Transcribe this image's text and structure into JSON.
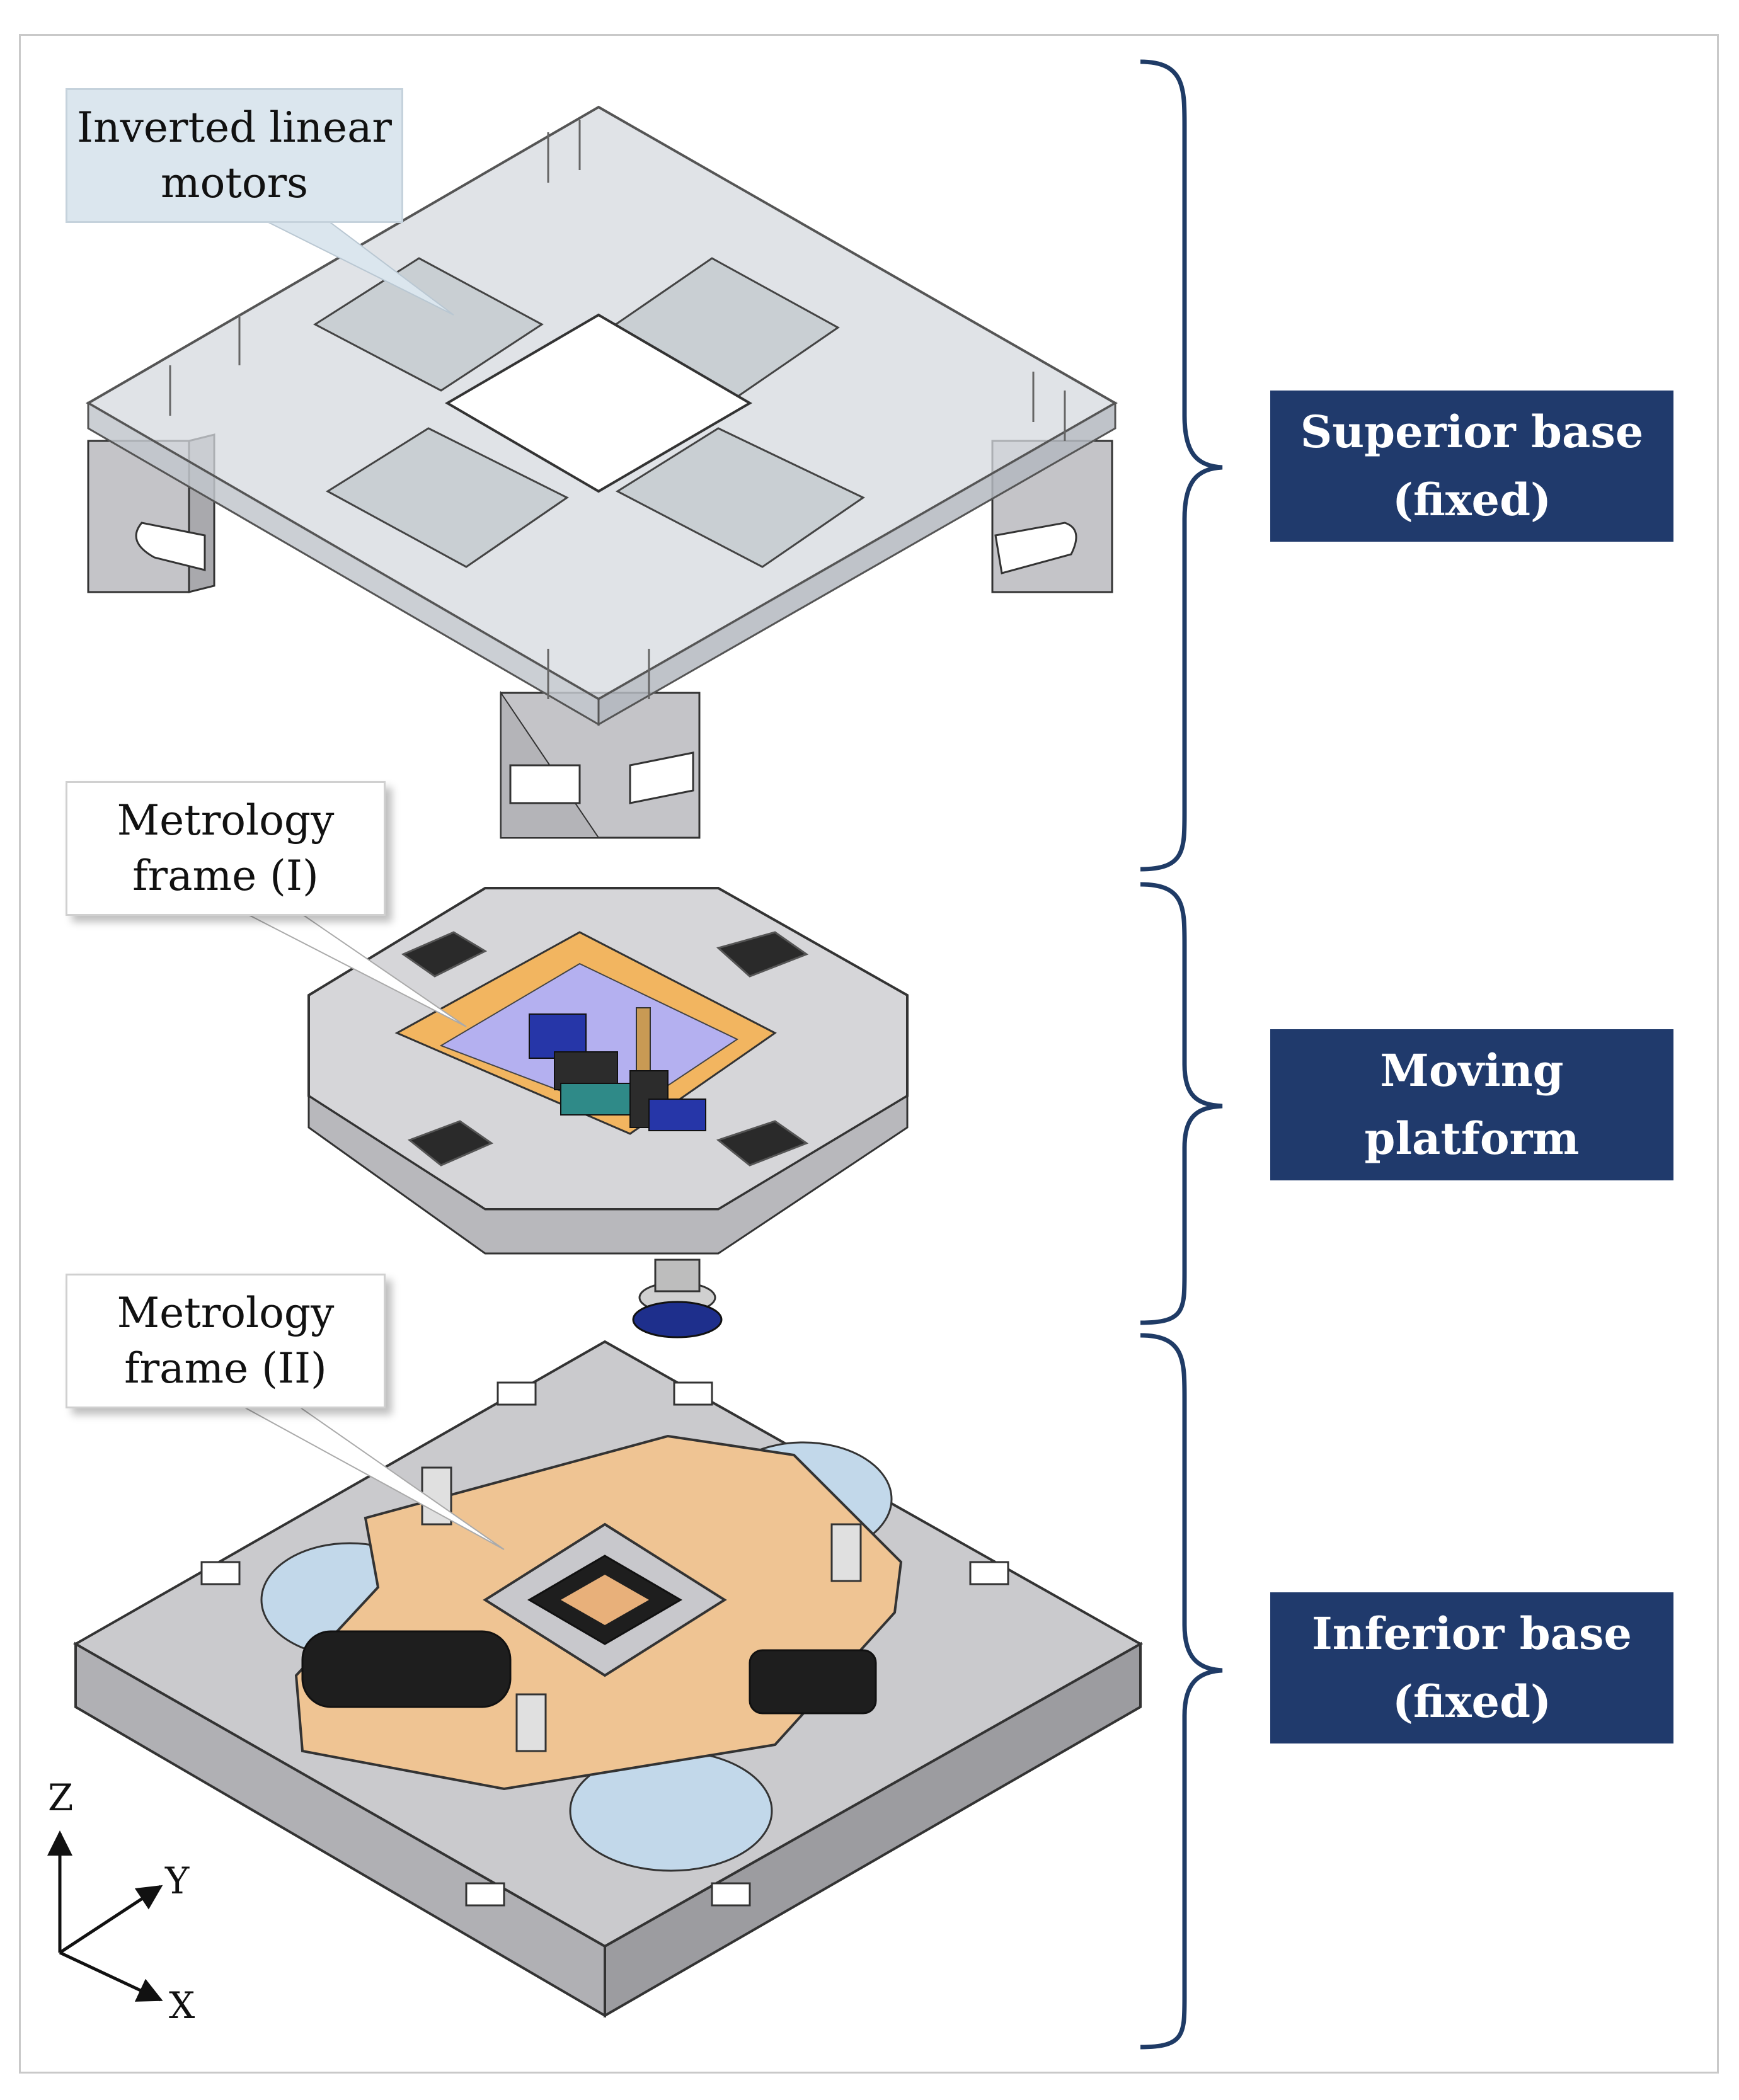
{
  "colors": {
    "accent_label": "#203a6c",
    "callout_blue": "#dbe6ee",
    "brace": "#1f3b66",
    "metal_grey": "#c8c8cc",
    "copper": "#e9bd8e",
    "glass": "#d4d8dc"
  },
  "callouts": {
    "inverted_linear_motors": "Inverted linear\nmotors",
    "metrology_frame_1": "Metrology\nframe (I)",
    "metrology_frame_2": "Metrology\nframe (II)"
  },
  "labels": {
    "superior_base": "Superior base\n(fixed)",
    "moving_platform": "Moving\nplatform",
    "inferior_base": "Inferior base\n(fixed)"
  },
  "axes": {
    "z": "Z",
    "y": "Y",
    "x": "X"
  }
}
